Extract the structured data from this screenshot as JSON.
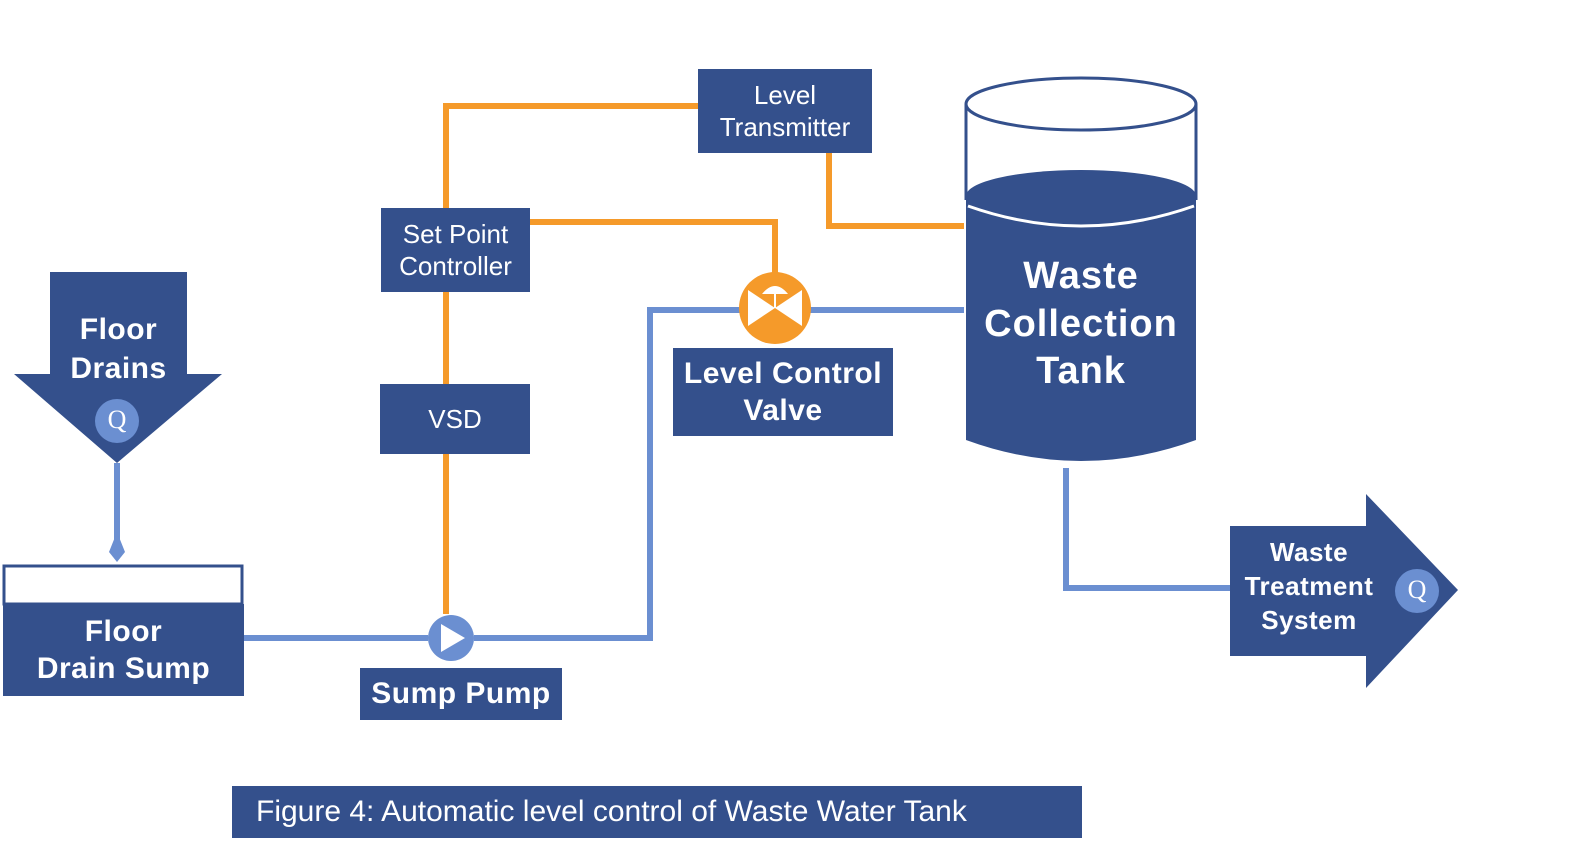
{
  "colors": {
    "primary": "#34508c",
    "pipe": "#6b8fd1",
    "signal": "#f59a2a",
    "badge": "#6b8fd1",
    "background": "#ffffff"
  },
  "nodes": {
    "floor_drains": {
      "line1": "Floor",
      "line2": "Drains",
      "badge": "Q"
    },
    "floor_drain_sump": {
      "line1": "Floor",
      "line2": "Drain Sump"
    },
    "sump_pump": {
      "label": "Sump Pump"
    },
    "vsd": {
      "label": "VSD"
    },
    "set_point_controller": {
      "line1": "Set Point",
      "line2": "Controller"
    },
    "level_transmitter": {
      "line1": "Level",
      "line2": "Transmitter"
    },
    "level_control_valve": {
      "line1": "Level Control",
      "line2": "Valve"
    },
    "waste_collection_tank": {
      "line1": "Waste",
      "line2": "Collection",
      "line3": "Tank"
    },
    "waste_treatment_system": {
      "line1": "Waste",
      "line2": "Treatment",
      "line3": "System",
      "badge": "Q"
    }
  },
  "caption": "Figure 4: Automatic level control of Waste Water Tank"
}
